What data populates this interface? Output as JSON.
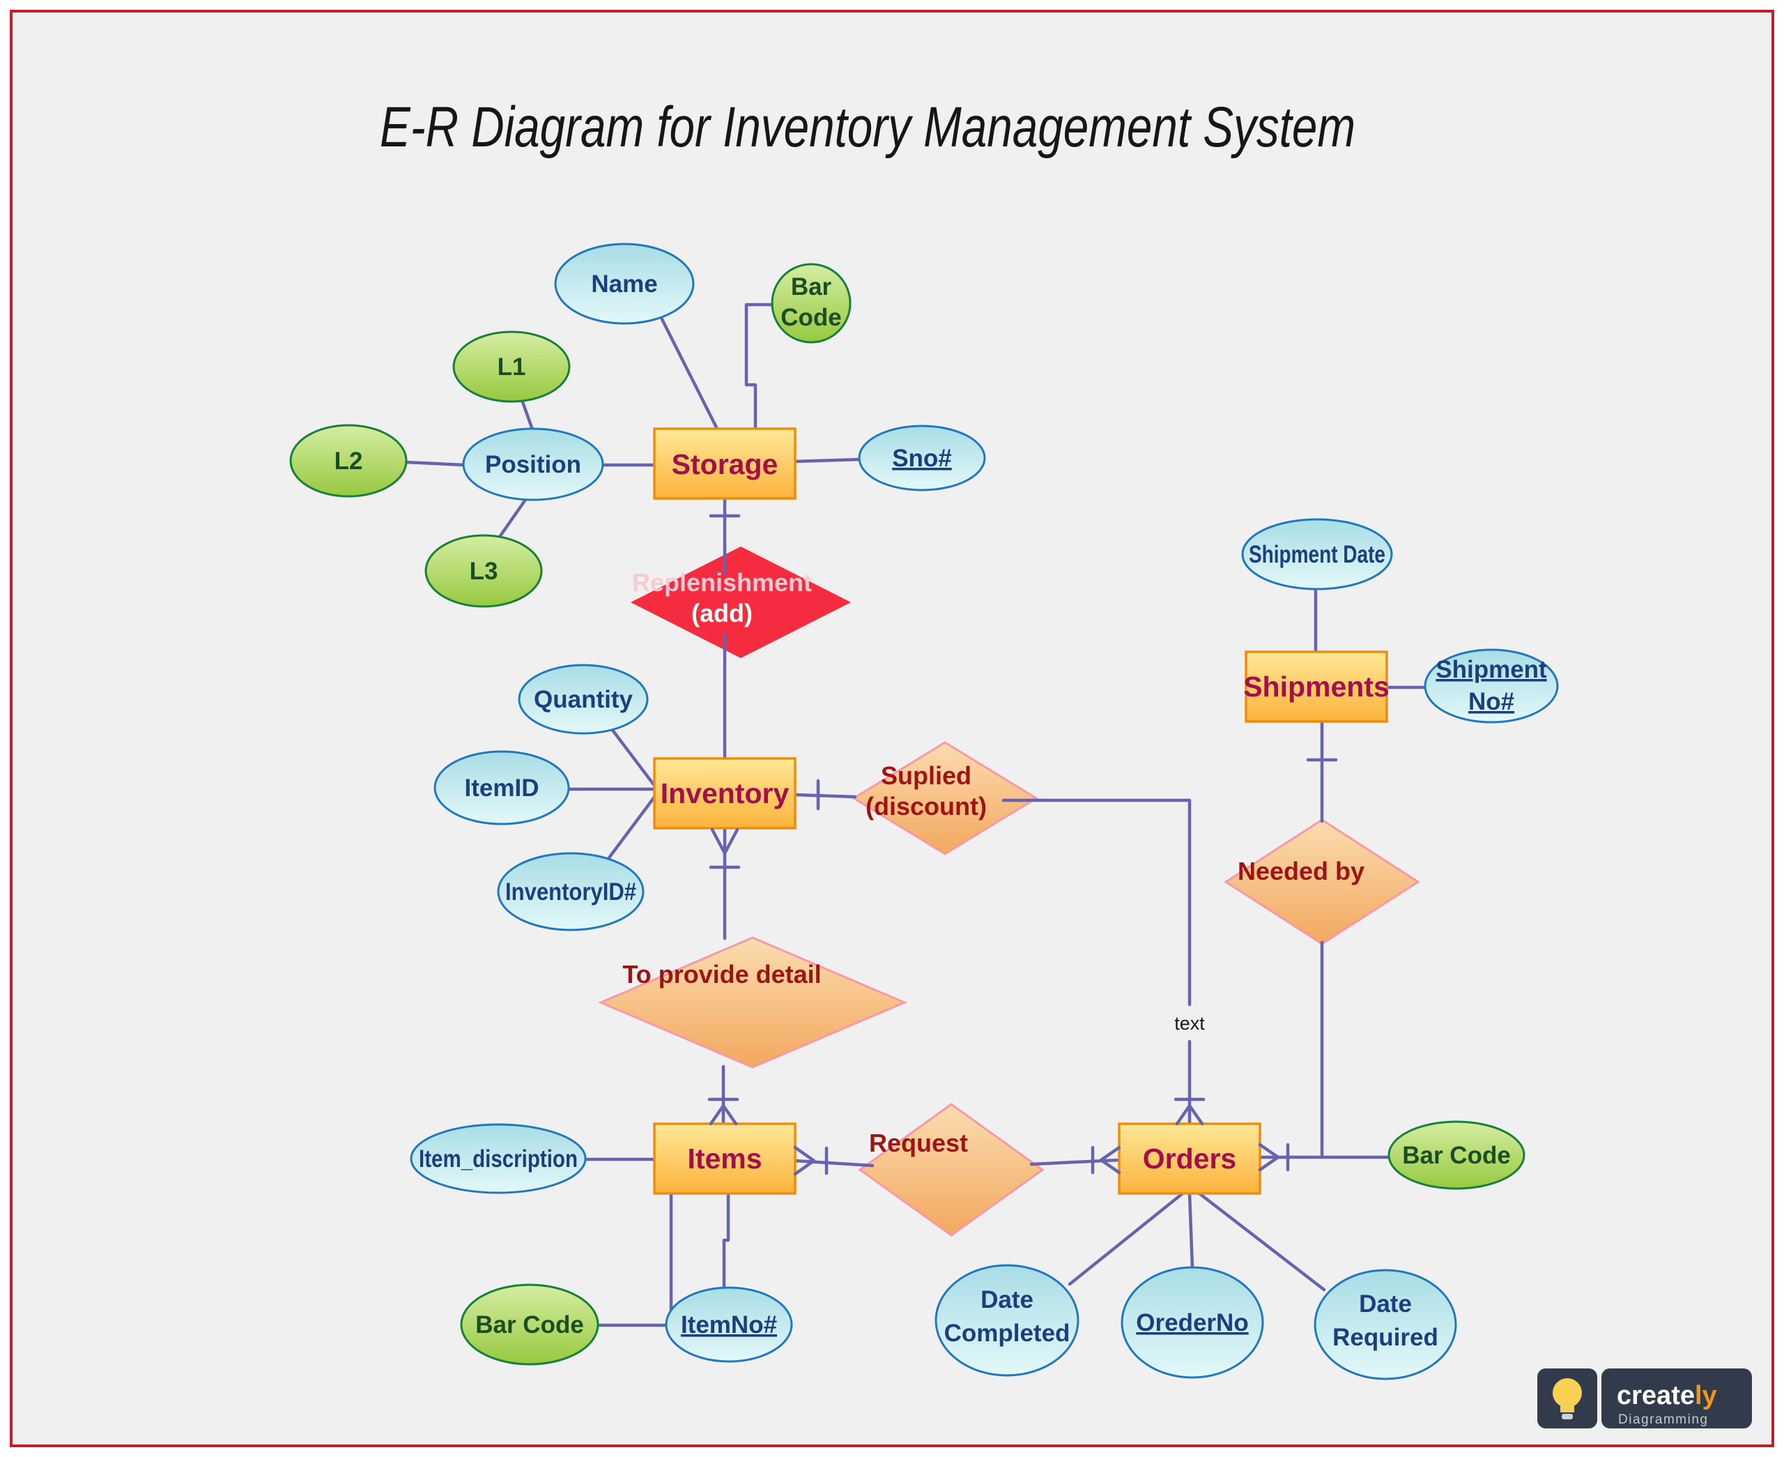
{
  "title": "E-R Diagram for Inventory Management System",
  "entities": {
    "storage": {
      "label": "Storage"
    },
    "inventory": {
      "label": "Inventory"
    },
    "shipments": {
      "label": "Shipments"
    },
    "items": {
      "label": "Items"
    },
    "orders": {
      "label": "Orders"
    }
  },
  "attributes": {
    "name": {
      "label": "Name"
    },
    "bar_code_top": {
      "line1": "Bar",
      "line2": "Code"
    },
    "l1": {
      "label": "L1"
    },
    "l2": {
      "label": "L2"
    },
    "l3": {
      "label": "L3"
    },
    "position": {
      "label": "Position"
    },
    "sno": {
      "label": "Sno#"
    },
    "quantity": {
      "label": "Quantity"
    },
    "item_id": {
      "label": "ItemID"
    },
    "inventory_id": {
      "label": "InventoryID#"
    },
    "shipment_date": {
      "label": "Shipment Date"
    },
    "shipment_no": {
      "line1": "Shipment",
      "line2": "No#"
    },
    "item_discription": {
      "label": "Item_discription"
    },
    "item_no": {
      "label": "ItemNo#"
    },
    "bar_code_items": {
      "label": "Bar Code"
    },
    "date_completed": {
      "line1": "Date",
      "line2": "Completed"
    },
    "oreder_no": {
      "label": "OrederNo"
    },
    "date_required": {
      "line1": "Date",
      "line2": "Required"
    },
    "bar_code_orders": {
      "label": "Bar Code"
    }
  },
  "relationships": {
    "replenishment": {
      "line1": "Replenishment",
      "line2": "(add)"
    },
    "suplied": {
      "line1": "Suplied",
      "line2": "(discount)"
    },
    "needed_by": {
      "label": "Needed by"
    },
    "to_provide_detail": {
      "label": "To provide detail"
    },
    "request": {
      "label": "Request"
    }
  },
  "connector_label": "text",
  "logo": {
    "brand_main": "create",
    "brand_accent": "ly",
    "tagline": "Diagramming"
  },
  "colors": {
    "background": "#F1F0F0",
    "page_border": "#C11E2E",
    "connector": "#6763AE",
    "entity_border": "#EC8D10",
    "entity_text": "#A40E4C",
    "attribute_blue_border": "#2178BE",
    "attribute_blue_text": "#1C3E7D",
    "attribute_green_border": "#178139",
    "attribute_green_text": "#1C4D23",
    "relationship_border": "#F899A8",
    "relationship_text": "#9E1414",
    "relationship_red_fill": "#F52B40",
    "logo_bg": "#323B4B",
    "logo_accent": "#F2971B"
  }
}
